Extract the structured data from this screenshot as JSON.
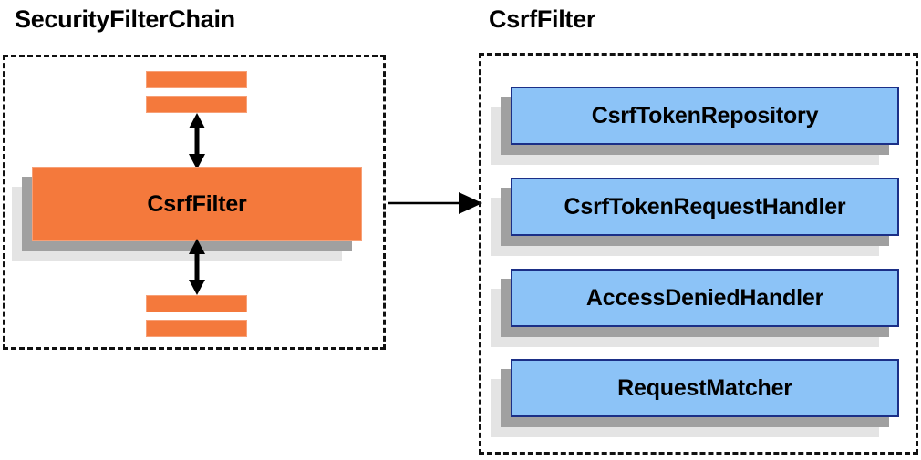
{
  "diagram": {
    "title_left": "SecurityFilterChain",
    "title_right": "CsrfFilter",
    "colors": {
      "orange_fill": "#f4793c",
      "orange_border": "#f7a077",
      "blue_fill": "#8cc3f7",
      "blue_border": "#1b2f87",
      "shadow_near": "#a0a0a0",
      "shadow_far": "#e4e4e4",
      "outline": "#111111",
      "arrow": "#000000"
    },
    "left_panel": {
      "label": "SecurityFilterChain",
      "highlighted_filter": "CsrfFilter",
      "filters_above_count": 2,
      "filters_below_count": 2,
      "arrow_up_name": "double-headed-arrow-up",
      "arrow_down_name": "double-headed-arrow-down"
    },
    "right_panel": {
      "label": "CsrfFilter",
      "collaborators": [
        {
          "label": "CsrfTokenRepository"
        },
        {
          "label": "CsrfTokenRequestHandler"
        },
        {
          "label": "AccessDeniedHandler"
        },
        {
          "label": "RequestMatcher"
        }
      ]
    },
    "connector": {
      "name": "csrffilter-expansion-arrow",
      "direction": "left-to-right"
    }
  }
}
